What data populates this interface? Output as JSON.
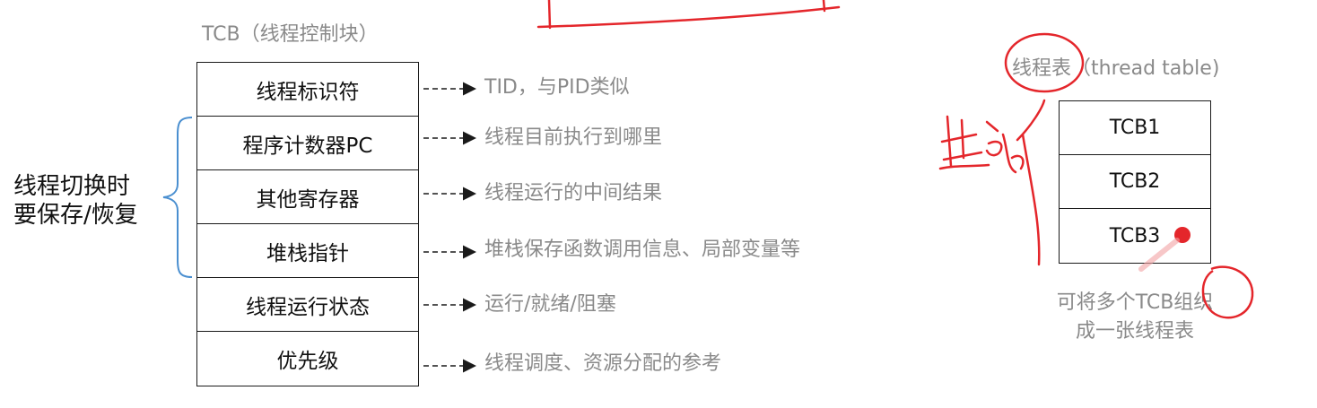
{
  "tcb": {
    "title": "TCB（线程控制块）",
    "fields": [
      {
        "label": "线程标识符",
        "description": "TID，与PID类似"
      },
      {
        "label": "程序计数器PC",
        "description": "线程目前执行到哪里"
      },
      {
        "label": "其他寄存器",
        "description": "线程运行的中间结果"
      },
      {
        "label": "堆栈指针",
        "description": "堆栈保存函数调用信息、局部变量等"
      },
      {
        "label": "线程运行状态",
        "description": "运行/就绪/阻塞"
      },
      {
        "label": "优先级",
        "description": "线程调度、资源分配的参考"
      }
    ]
  },
  "side_label": {
    "line1": "线程切换时",
    "line2": "要保存/恢复"
  },
  "thread_table": {
    "title": "线程表（thread table)",
    "rows": [
      "TCB1",
      "TCB2",
      "TCB3"
    ],
    "note_line1": "可将多个TCB组织",
    "note_line2": "成一张线程表"
  },
  "colors": {
    "text_dark": "#111111",
    "text_gray": "#8a8a8a",
    "bracket_blue": "#4a8fd0",
    "annotation_red": "#e4262b"
  }
}
